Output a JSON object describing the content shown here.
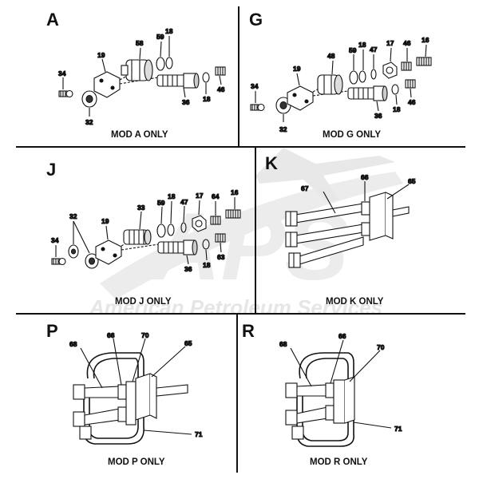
{
  "watermark": {
    "logo_text": "APS",
    "company": "American Petroleum Services"
  },
  "panels": [
    {
      "id": "A",
      "letter": "A",
      "caption": "MOD A ONLY",
      "callouts": [
        "34",
        "19",
        "58",
        "59",
        "18",
        "32",
        "36",
        "18",
        "46"
      ]
    },
    {
      "id": "G",
      "letter": "G",
      "caption": "MOD G ONLY",
      "callouts": [
        "34",
        "19",
        "48",
        "59",
        "18",
        "47",
        "17",
        "46",
        "16",
        "32",
        "36",
        "18",
        "46"
      ]
    },
    {
      "id": "J",
      "letter": "J",
      "caption": "MOD J ONLY",
      "callouts": [
        "32",
        "19",
        "33",
        "59",
        "18",
        "47",
        "17",
        "64",
        "16",
        "34",
        "36",
        "18",
        "63"
      ]
    },
    {
      "id": "K",
      "letter": "K",
      "caption": "MOD K ONLY",
      "callouts": [
        "67",
        "66",
        "65"
      ]
    },
    {
      "id": "P",
      "letter": "P",
      "caption": "MOD P ONLY",
      "callouts": [
        "68",
        "66",
        "70",
        "65",
        "71"
      ]
    },
    {
      "id": "R",
      "letter": "R",
      "caption": "MOD R ONLY",
      "callouts": [
        "68",
        "66",
        "70",
        "71"
      ]
    }
  ]
}
